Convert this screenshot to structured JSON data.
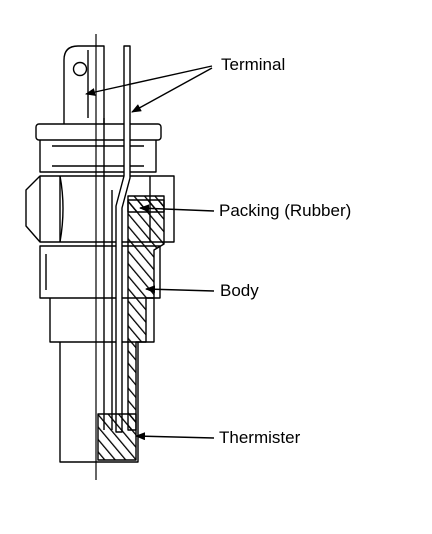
{
  "labels": {
    "terminal": "Terminal",
    "packing": "Packing (Rubber)",
    "body": "Body",
    "thermister": "Thermister"
  },
  "colors": {
    "ink": "#000000",
    "paper": "#ffffff"
  }
}
